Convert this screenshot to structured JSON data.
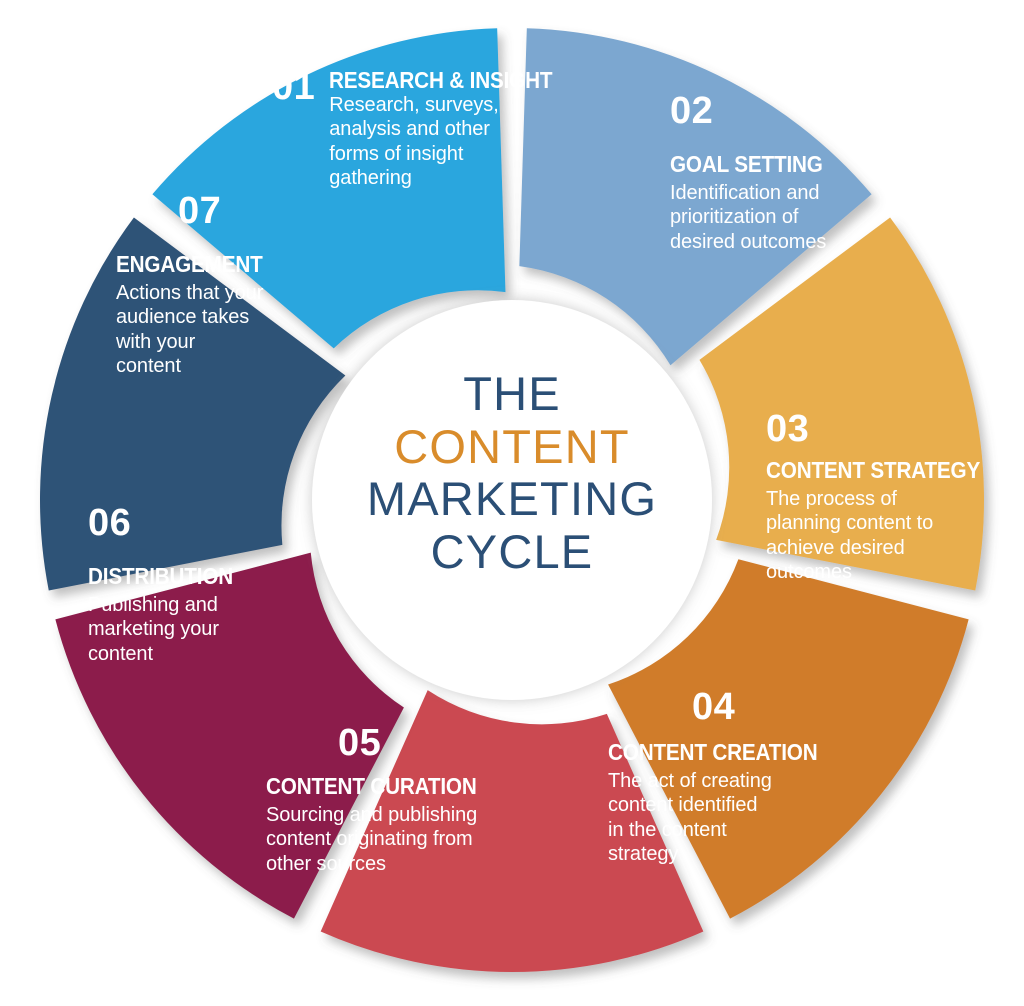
{
  "center": {
    "line1": "THE",
    "line2": "CONTENT",
    "line3": "MARKETING",
    "line4": "CYCLE",
    "accent_color": "#d98c2b",
    "text_color": "#2b4f76"
  },
  "segments": [
    {
      "number": "01",
      "title": "RESEARCH & INSIGHT",
      "description": "Research, surveys,\nanalysis and other\nforms of insight\ngathering",
      "color": "#7BA7D0"
    },
    {
      "number": "02",
      "title": "GOAL SETTING",
      "description": "Identification and\nprioritization of\ndesired outcomes",
      "color": "#E8AE4E"
    },
    {
      "number": "03",
      "title": "CONTENT STRATEGY",
      "description": "The process of\nplanning content to\nachieve desired\noutcomes",
      "color": "#D07C2A"
    },
    {
      "number": "04",
      "title": "CONTENT CREATION",
      "description": "The act of creating\ncontent identified\nin the content\nstrategy",
      "color": "#CB4A51"
    },
    {
      "number": "05",
      "title": "CONTENT CURATION",
      "description": "Sourcing and publishing\ncontent originating from\nother sources",
      "color": "#8C1F4B"
    },
    {
      "number": "06",
      "title": "DISTRIBUTION",
      "description": "Publishing and\nmarketing your\ncontent",
      "color": "#2F5277"
    },
    {
      "number": "07",
      "title": "ENGAGEMENT",
      "description": "Actions that your\naudience takes\nwith your\ncontent",
      "color": "#2CA6DE"
    }
  ],
  "chart_data": {
    "type": "pie",
    "title": "THE CONTENT MARKETING CYCLE",
    "subtitle": "",
    "xlabel": "",
    "ylabel": "",
    "legend_position": "none",
    "grid": false,
    "categories": [
      "RESEARCH & INSIGHT",
      "GOAL SETTING",
      "CONTENT STRATEGY",
      "CONTENT CREATION",
      "CONTENT CURATION",
      "DISTRIBUTION",
      "ENGAGEMENT"
    ],
    "values": [
      14.2857,
      14.2857,
      14.2857,
      14.2857,
      14.2857,
      14.2857,
      14.2857
    ],
    "colors": [
      "#7BA7D0",
      "#E8AE4E",
      "#D07C2A",
      "#CB4A51",
      "#8C1F4B",
      "#2F5277",
      "#2CA6DE"
    ],
    "annotations": [
      "01 RESEARCH & INSIGHT — Research, surveys, analysis and other forms of insight gathering",
      "02 GOAL SETTING — Identification and prioritization of desired outcomes",
      "03 CONTENT STRATEGY — The process of planning content to achieve desired outcomes",
      "04 CONTENT CREATION — The act of creating content identified in the content strategy",
      "05 CONTENT CURATION — Sourcing and publishing content originating from other sources",
      "06 DISTRIBUTION — Publishing and marketing your content",
      "07 ENGAGEMENT — Actions that your audience takes with your content"
    ]
  }
}
